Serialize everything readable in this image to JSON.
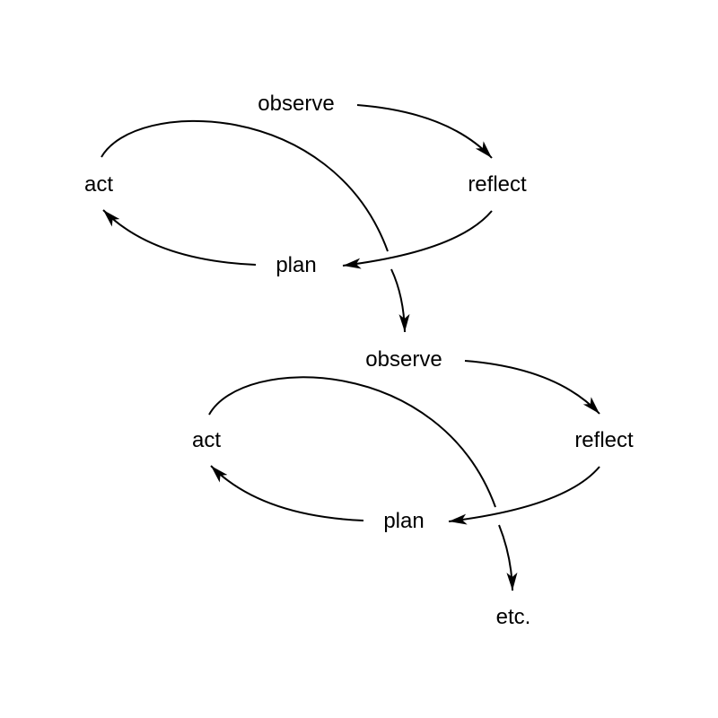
{
  "colors": {
    "background": "#ffffff",
    "ink": "#000000"
  },
  "cycles": [
    {
      "observe": "observe",
      "reflect": "reflect",
      "plan": "plan",
      "act": "act"
    },
    {
      "observe": "observe",
      "reflect": "reflect",
      "plan": "plan",
      "act": "act"
    }
  ],
  "continuation": "etc."
}
